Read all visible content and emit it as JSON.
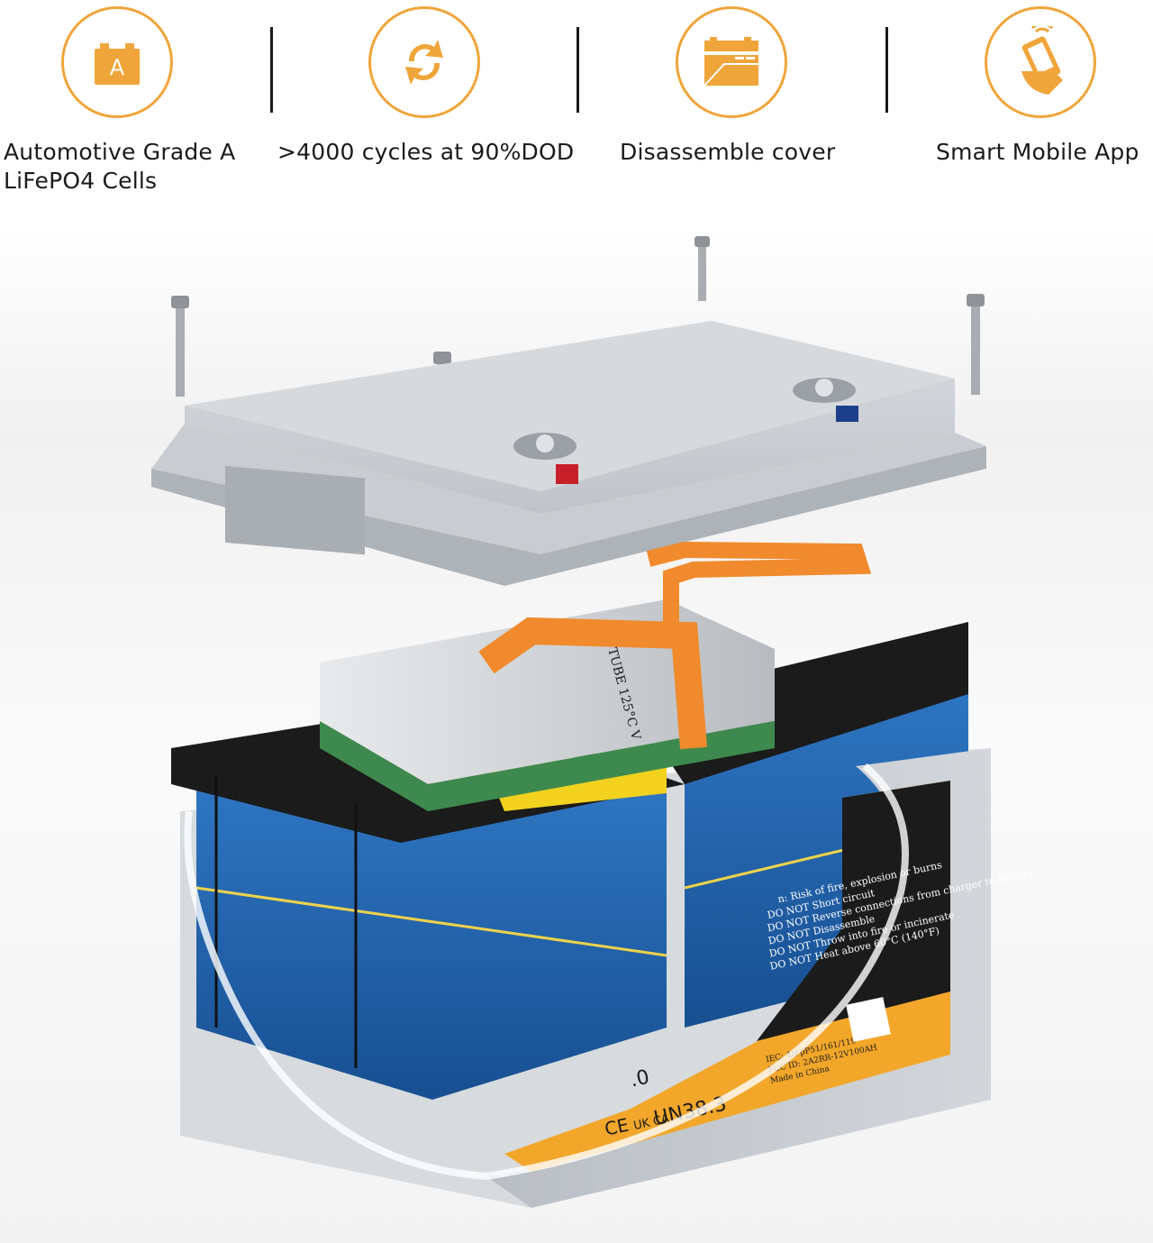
{
  "features": [
    {
      "icon": "battery-cell-icon",
      "line1": "Automotive Grade A",
      "line2": "LiFePO4 Cells"
    },
    {
      "icon": "cycle-arrows-icon",
      "line1": ">4000 cycles at 90%DOD",
      "line2": ""
    },
    {
      "icon": "open-case-icon",
      "line1": "Disassemble cover",
      "line2": ""
    },
    {
      "icon": "mobile-app-icon",
      "line1": "Smart Mobile App",
      "line2": ""
    }
  ],
  "icon_letter": "A",
  "colors": {
    "accent": "#f0a53a",
    "cell_blue": "#1f5fa8",
    "label_yellow": "#f2a72b",
    "case_gray": "#c8ccd0"
  },
  "battery_label": {
    "warning_lines": [
      "n: Risk of fire, explosion or burns",
      "DO NOT Short circuit",
      "DO NOT Reverse connections from charger to battery",
      "DO NOT Disassemble",
      "DO NOT Throw into fire or incinerate",
      "DO NOT Heat above 60°C (140°F)"
    ],
    "info_lines": [
      "IEC: 4IFpP51/161/119",
      "FCC ID: 2A2RR-12V100AH",
      "Made in China"
    ],
    "certifications": "UN38.3",
    "ce": "CE",
    "ukca": "UK CA",
    "model_fragment": ".0",
    "bus_bar_text": "TUBE 125°C V"
  }
}
